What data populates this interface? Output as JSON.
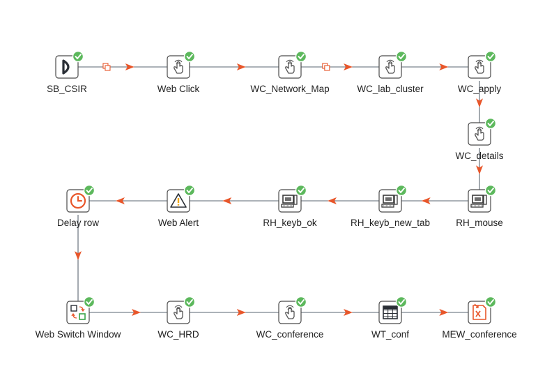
{
  "colors": {
    "arrow": "#e8562a",
    "line": "#5a6470",
    "check": "#5cb85c",
    "box_border": "#4a4a4a",
    "hand": "#555555",
    "clock": "#e8562a",
    "copy_marker": "#e8562a"
  },
  "nodes": [
    {
      "id": "sb_csir",
      "label": "SB_CSIR",
      "icon": "play-icon"
    },
    {
      "id": "web_click",
      "label": "Web Click",
      "icon": "hand-pointer-icon"
    },
    {
      "id": "wc_network_map",
      "label": "WC_Network_Map",
      "icon": "hand-pointer-icon"
    },
    {
      "id": "wc_lab_cluster",
      "label": "WC_lab_cluster",
      "icon": "hand-pointer-icon"
    },
    {
      "id": "wc_apply",
      "label": "WC_apply",
      "icon": "hand-pointer-icon"
    },
    {
      "id": "wc_details",
      "label": "WC_details",
      "icon": "hand-pointer-icon"
    },
    {
      "id": "rh_mouse",
      "label": "RH_mouse",
      "icon": "computer-icon"
    },
    {
      "id": "rh_keyb_new_tab",
      "label": "RH_keyb_new_tab",
      "icon": "computer-icon"
    },
    {
      "id": "rh_keyb_ok",
      "label": "RH_keyb_ok",
      "icon": "computer-icon"
    },
    {
      "id": "web_alert",
      "label": "Web Alert",
      "icon": "warning-icon"
    },
    {
      "id": "delay_row",
      "label": "Delay row",
      "icon": "clock-icon"
    },
    {
      "id": "web_switch_window",
      "label": "Web Switch Window",
      "icon": "switch-window-icon"
    },
    {
      "id": "wc_hrd",
      "label": "WC_HRD",
      "icon": "hand-pointer-icon"
    },
    {
      "id": "wc_conference",
      "label": "WC_conference",
      "icon": "hand-pointer-icon"
    },
    {
      "id": "wt_conf",
      "label": "WT_conf",
      "icon": "table-icon"
    },
    {
      "id": "mew_conference",
      "label": "MEW_conference",
      "icon": "excel-icon"
    }
  ],
  "edges": [
    {
      "from": "sb_csir",
      "to": "web_click",
      "copy_marker": true
    },
    {
      "from": "web_click",
      "to": "wc_network_map",
      "copy_marker": false
    },
    {
      "from": "wc_network_map",
      "to": "wc_lab_cluster",
      "copy_marker": true
    },
    {
      "from": "wc_lab_cluster",
      "to": "wc_apply",
      "copy_marker": false
    },
    {
      "from": "wc_apply",
      "to": "wc_details",
      "copy_marker": false
    },
    {
      "from": "wc_details",
      "to": "rh_mouse",
      "copy_marker": false
    },
    {
      "from": "rh_mouse",
      "to": "rh_keyb_new_tab",
      "copy_marker": false
    },
    {
      "from": "rh_keyb_new_tab",
      "to": "rh_keyb_ok",
      "copy_marker": false
    },
    {
      "from": "rh_keyb_ok",
      "to": "web_alert",
      "copy_marker": false
    },
    {
      "from": "web_alert",
      "to": "delay_row",
      "copy_marker": false
    },
    {
      "from": "delay_row",
      "to": "web_switch_window",
      "copy_marker": false
    },
    {
      "from": "web_switch_window",
      "to": "wc_hrd",
      "copy_marker": false
    },
    {
      "from": "wc_hrd",
      "to": "wc_conference",
      "copy_marker": false
    },
    {
      "from": "wc_conference",
      "to": "wt_conf",
      "copy_marker": false
    },
    {
      "from": "wt_conf",
      "to": "mew_conference",
      "copy_marker": false
    }
  ]
}
